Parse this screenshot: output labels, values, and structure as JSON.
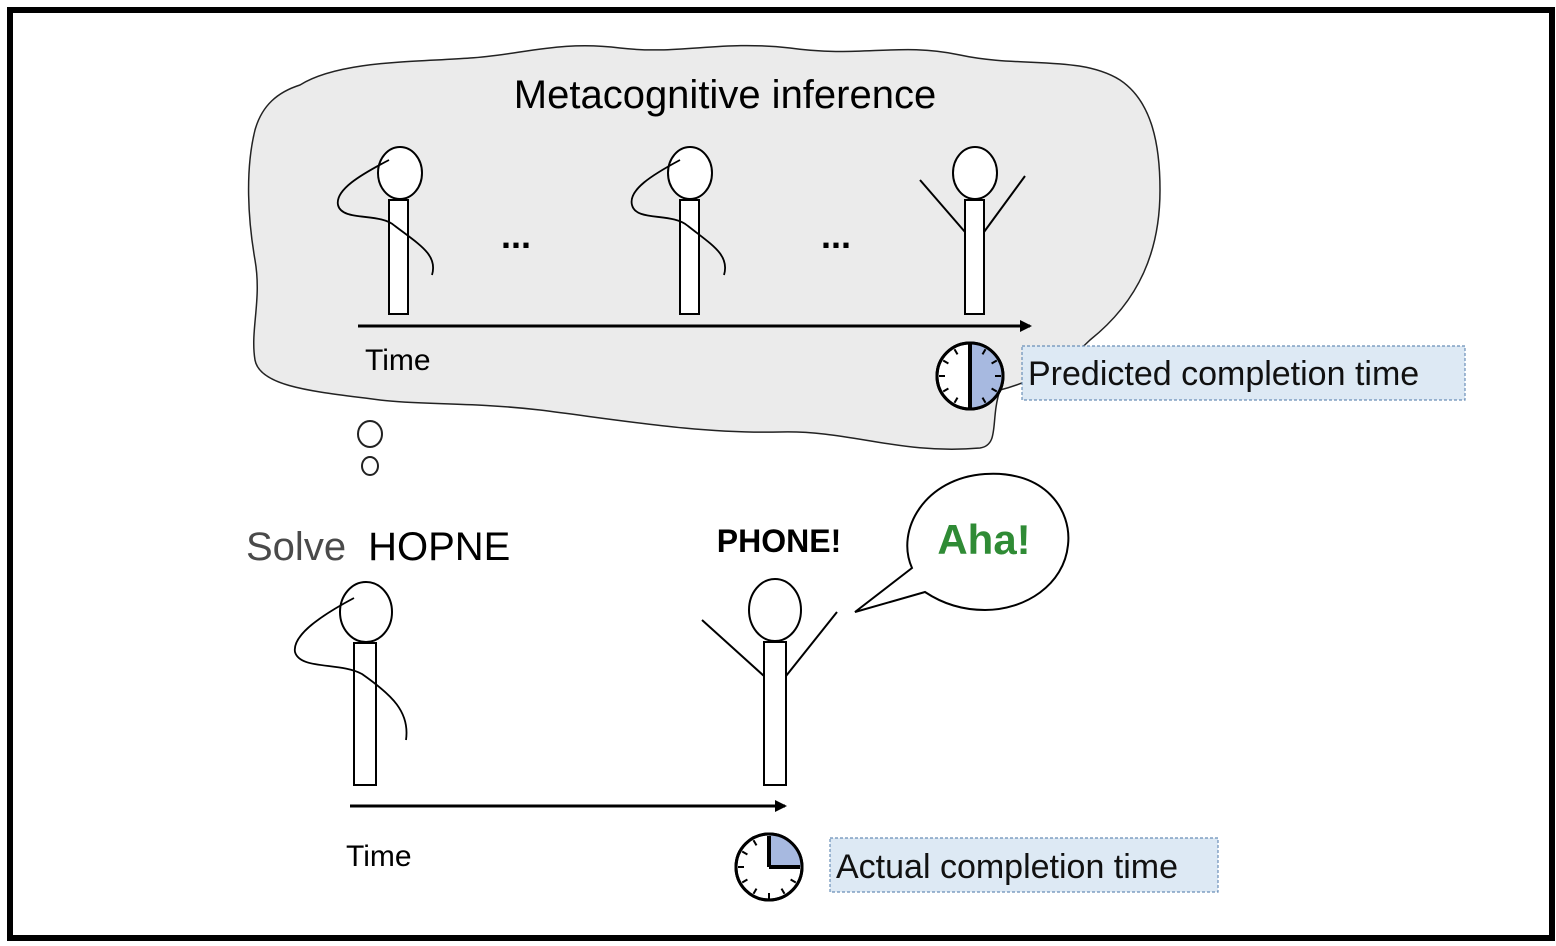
{
  "title": "Metacognitive inference",
  "ellipsis": "...",
  "time_label": "Time",
  "predicted_label": "Predicted completion time",
  "actual_label": "Actual completion time",
  "task_prefix": "Solve",
  "task_word": "HOPNE",
  "solution_word": "PHONE!",
  "exclamation": "Aha!",
  "colors": {
    "cloud_fill": "#ebebeb",
    "label_box_fill": "#dde9f4",
    "clock_fill": "#a7b9e0",
    "aha_green": "#2f8b35",
    "task_prefix_gray": "#4a4a4a"
  }
}
